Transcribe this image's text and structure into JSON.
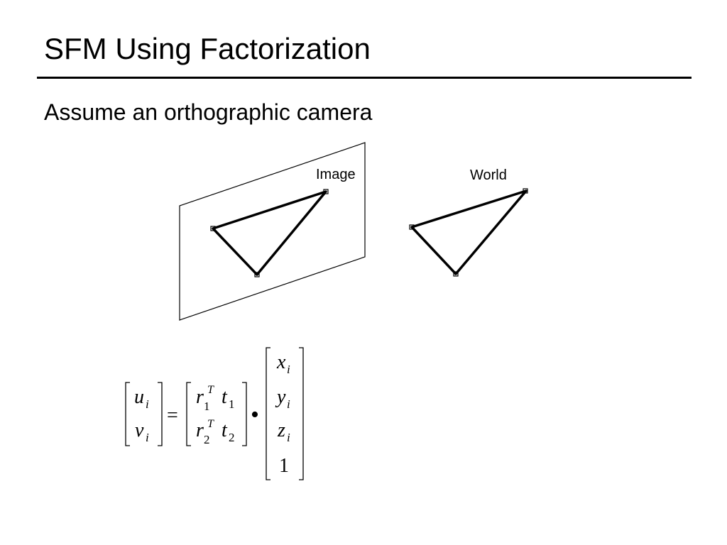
{
  "slide": {
    "title": "SFM Using Factorization",
    "subtitle": "Assume an orthographic camera"
  },
  "diagram": {
    "image_label": "Image",
    "world_label": "World"
  },
  "equation": {
    "lhs": {
      "u": "u",
      "v": "v",
      "sub": "i"
    },
    "equals": "=",
    "rotation": {
      "r": "r",
      "sup": "T",
      "row1_sub": "1",
      "row2_sub": "2",
      "t": "t",
      "t1_sub": "1",
      "t2_sub": "2"
    },
    "dot": "•",
    "point": {
      "x": "x",
      "y": "y",
      "z": "z",
      "sub": "i",
      "one": "1"
    }
  }
}
